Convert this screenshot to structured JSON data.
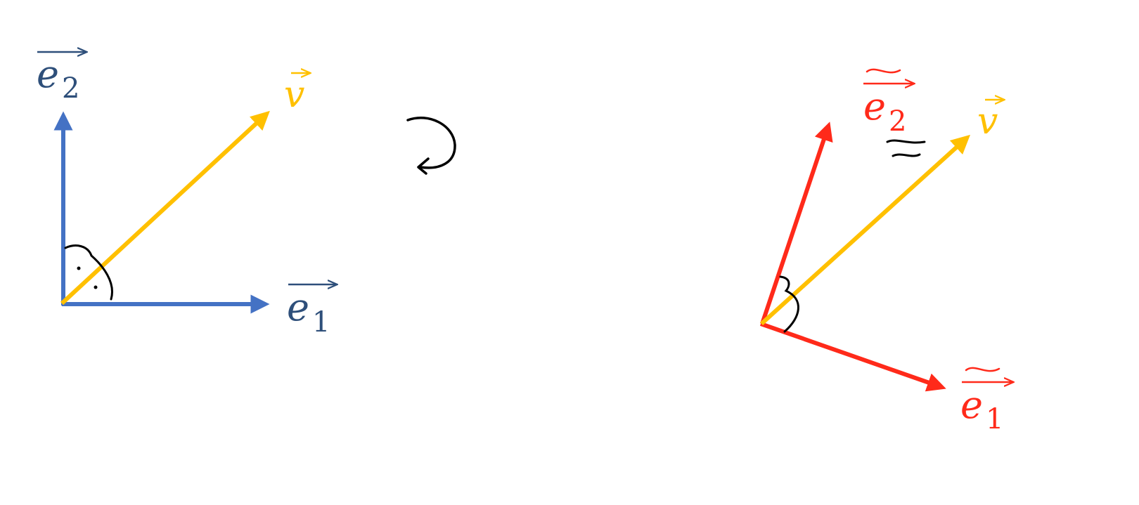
{
  "colors": {
    "basis_original": "#4472C4",
    "label_original": "#2E4F7A",
    "vector_v": "#FFC000",
    "basis_new": "#FF2A1A",
    "ink": "#000000",
    "background": "#FFFFFF"
  },
  "left_system": {
    "e1": {
      "letter": "e",
      "index": "1"
    },
    "e2": {
      "letter": "e",
      "index": "2"
    },
    "v": {
      "letter": "v"
    }
  },
  "right_system": {
    "e1": {
      "letter": "e",
      "index": "1",
      "accent": "~"
    },
    "e2": {
      "letter": "e",
      "index": "2",
      "accent": "~"
    },
    "v": {
      "letter": "v"
    },
    "tilde_mark": "≈"
  },
  "annotations": {
    "rotation_symbol": "curved-arrow",
    "right_angle_marker": "dotted-arc",
    "angle_marker": "arc"
  }
}
